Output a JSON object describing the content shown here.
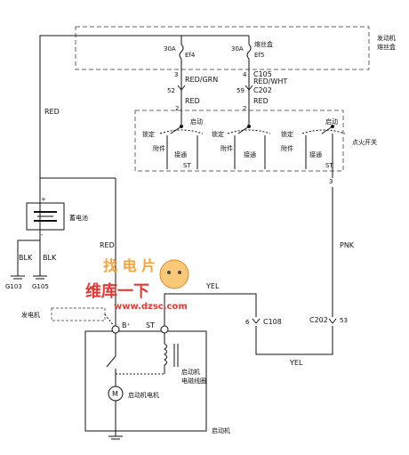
{
  "fuse_box": {
    "label_line1": "发动机",
    "label_line2": "熔丝盒"
  },
  "fuses": [
    {
      "rating": "30A",
      "name": "Ef4"
    },
    {
      "rating": "30A",
      "name": "Ef5",
      "caption": "熔丝盒"
    }
  ],
  "pins": {
    "p3": "3",
    "p4": "4",
    "p52": "52",
    "p59": "59",
    "p2a": "2",
    "p2b": "2",
    "p6": "6",
    "p53": "53",
    "p3b": "3"
  },
  "connectors": {
    "c105": "C105",
    "c202a": "C202",
    "c108": "C108",
    "c202b": "C202"
  },
  "wires": {
    "red_grn": "RED/GRN",
    "red_wht": "RED/WHT",
    "red1": "RED",
    "red2": "RED",
    "red_left": "RED",
    "red_mid": "RED",
    "pnk": "PNK",
    "yel1": "YEL",
    "yel2": "YEL",
    "blk1": "BLK",
    "blk2": "BLK"
  },
  "ignition": {
    "label": "点火开关",
    "lock": "锁定",
    "start": "启动",
    "acc": "附件",
    "on": "接通",
    "st": "ST"
  },
  "battery": {
    "label": "蓄电池",
    "plus": "+",
    "minus": "-"
  },
  "grounds": {
    "g103": "G103",
    "g105": "G105"
  },
  "generator": {
    "label": "发电机"
  },
  "starter": {
    "b_plus": "B⁺",
    "st": "ST",
    "solenoid_line1": "启动机",
    "solenoid_line2": "电磁线圈",
    "motor_symbol": "M",
    "motor_label": "启动机电机",
    "label": "启动机"
  },
  "watermark": {
    "logo_text": "找 电 片",
    "site_cn": "维库一下",
    "site_url": "www.dzsc.com"
  }
}
